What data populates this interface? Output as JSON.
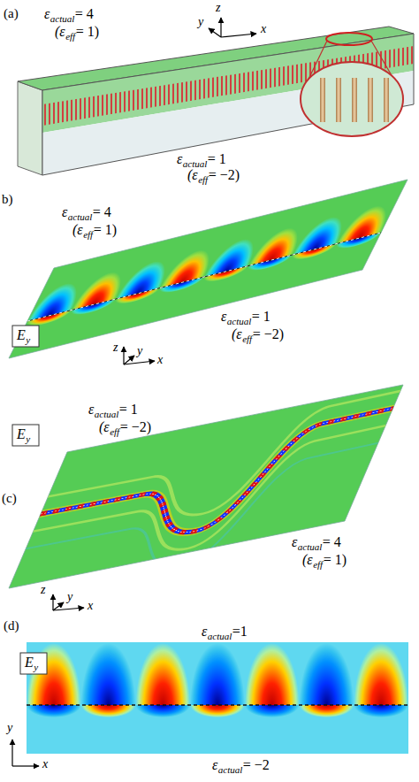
{
  "diagram": {
    "labels": [
      "(a)",
      "ε",
      "actual",
      "= 4",
      "(ε",
      "eff",
      "= 1)",
      "y",
      "z",
      "x",
      "ε",
      "actual",
      "= 1",
      "(ε",
      "eff",
      "= −2)",
      "b)",
      "ε",
      "actual",
      "= 4",
      "(ε",
      "eff",
      "= 1)",
      "E",
      "y",
      "ε",
      "actual",
      "= 1",
      "(ε",
      "eff",
      "= −2)",
      "y",
      "z",
      "x",
      "(c)",
      "ε",
      "actual",
      "= 1",
      "(ε",
      "eff",
      "= −2)",
      "E",
      "y",
      "ε",
      "actual",
      "= 4",
      "(ε",
      "eff",
      "= 1)",
      "y",
      "z",
      "x",
      "(d)",
      "E",
      "y",
      "ε",
      "actual",
      "=1",
      "ε",
      "actual",
      "= −2",
      "y",
      "x"
    ]
  }
}
